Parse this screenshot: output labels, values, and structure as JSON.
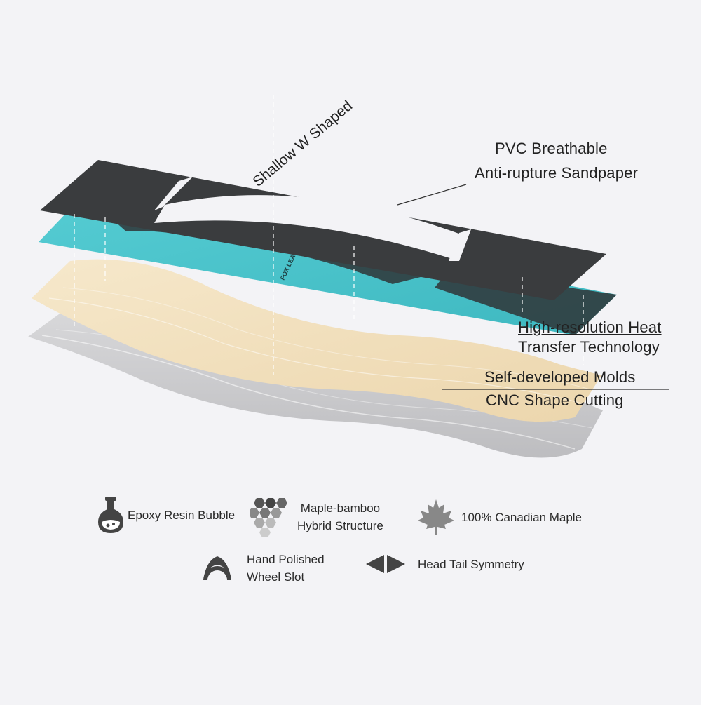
{
  "layers": {
    "brand_mark": "FOX LEAN",
    "shallow_w_label": "Shallow W Shaped",
    "pvc_line1": "PVC Breathable",
    "pvc_line2": "Anti-rupture Sandpaper",
    "heat_line1": "High-resolution Heat",
    "heat_line2": "Transfer Technology",
    "mold_line1": "Self-developed Molds",
    "mold_line2": "CNC Shape Cutting"
  },
  "features": [
    {
      "icon": "flask-icon",
      "label": "Epoxy Resin Bubble"
    },
    {
      "icon": "hexagon-cluster-icon",
      "line1": "Maple-bamboo",
      "line2": "Hybrid Structure"
    },
    {
      "icon": "maple-leaf-icon",
      "label": "100% Canadian Maple"
    },
    {
      "icon": "crescent-icon",
      "line1": "Hand Polished",
      "line2": "Wheel Slot"
    },
    {
      "icon": "double-arrow-icon",
      "label": "Head Tail Symmetry"
    }
  ],
  "colors": {
    "grip_tape": "#3a3c3e",
    "graphic_layer": "#4bc4cb",
    "wood_core": "#f1dfbd",
    "base_layer": "#cfcfd1",
    "icon": "#444444"
  }
}
